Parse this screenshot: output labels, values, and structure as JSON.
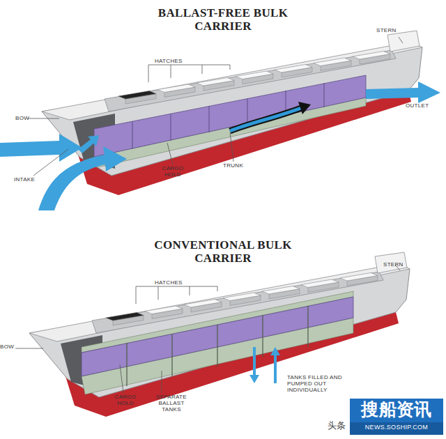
{
  "diagram": {
    "labels": [
      "BALLAST-FREE BULK CARRIER",
      "STERN",
      "HATCHES",
      "OUTLET",
      "BOW",
      "TRUNK",
      "INTAKE",
      "CARGO HOLD",
      "CONVENTIONAL BULK CARRIER",
      "STERN",
      "HATCHES",
      "BOW",
      "TANKS FILLED AND PUMPED OUT INDIVIDUALLY",
      "CARGO HOLD",
      "SEPARATE BALLAST TANKS",
      "头条",
      "搜船资讯",
      "NEWS.SOSHIP.COM"
    ]
  }
}
